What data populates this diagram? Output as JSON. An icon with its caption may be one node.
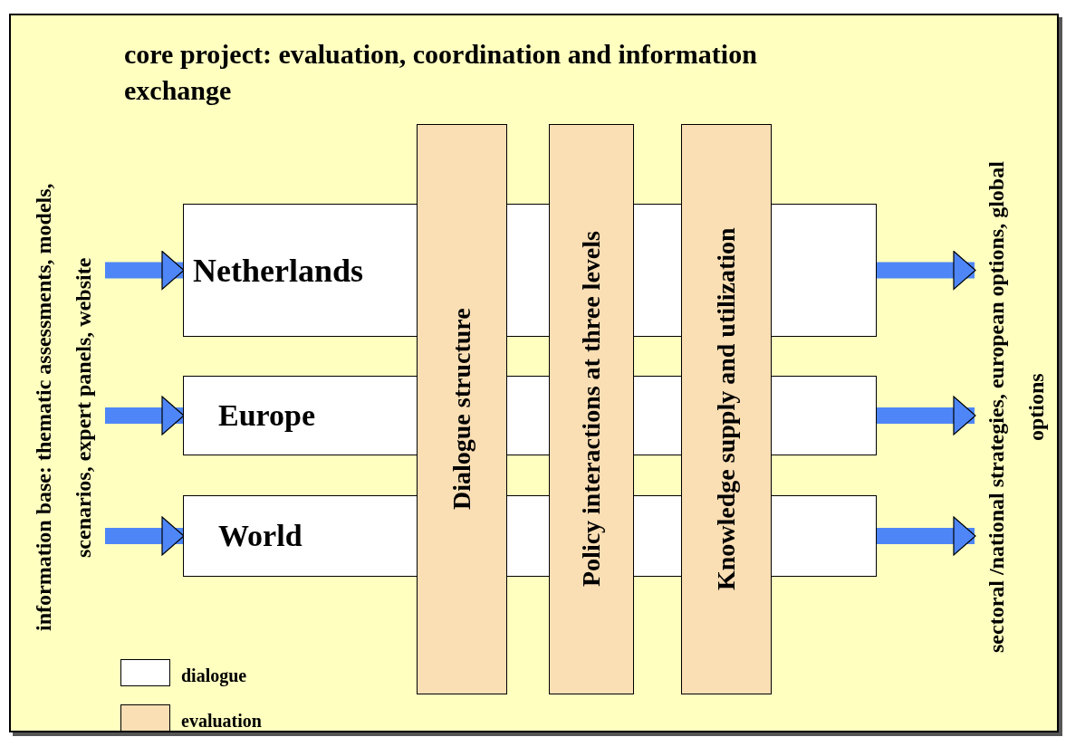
{
  "diagram": {
    "title": "core project: evaluation, coordination and information exchange",
    "nodes": [
      {
        "text": [
          "information base: thematic assessments, models, scenarios, expert panels, website"
        ]
      },
      {
        "text": [
          "Netherlands"
        ]
      },
      {
        "text": [
          "Europe"
        ]
      },
      {
        "text": [
          "World"
        ]
      },
      {
        "text": [
          "Dialogue structure"
        ]
      },
      {
        "text": [
          "Policy interactions at three levels"
        ]
      },
      {
        "text": [
          "Knowledge supply and utilization"
        ]
      },
      {
        "text": [
          "sectoral /national strategies, european options, global options"
        ]
      }
    ],
    "edges": [
      {
        "from": 0,
        "to": 1,
        "arrow": "to"
      },
      {
        "from": 0,
        "to": 2,
        "arrow": "to"
      },
      {
        "from": 0,
        "to": 3,
        "arrow": "to"
      },
      {
        "from": 1,
        "to": 7,
        "arrow": "to"
      },
      {
        "from": 2,
        "to": 7,
        "arrow": "to"
      },
      {
        "from": 3,
        "to": 7,
        "arrow": "to"
      }
    ],
    "legend": [
      {
        "text": "dialogue",
        "color": "#ffffff"
      },
      {
        "text": "evaluation",
        "color": "#fadeb4"
      }
    ]
  }
}
